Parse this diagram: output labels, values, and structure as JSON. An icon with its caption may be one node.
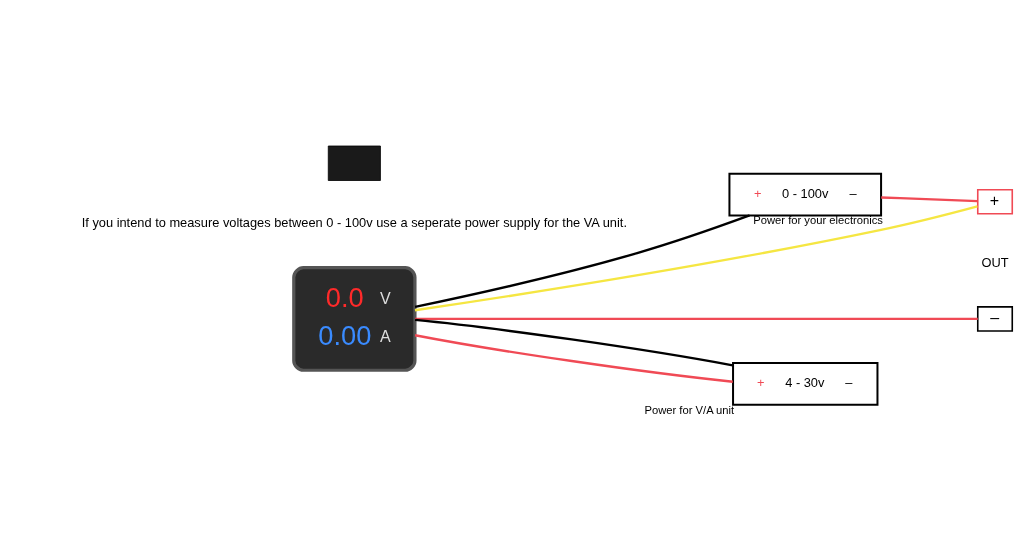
{
  "diagram": {
    "nodes": [
      {
        "text": [
          "0.0",
          "V",
          "0.00",
          "A"
        ]
      },
      {
        "text": [],
        "shape": "box"
      },
      {
        "text": [
          "+",
          "0 - 100v",
          "–"
        ],
        "beside": [
          "Power for your electronics"
        ]
      },
      {
        "text": [
          "+"
        ]
      },
      {
        "text": [
          "–"
        ]
      },
      {
        "text": [
          "+",
          "4 - 30v",
          "–"
        ],
        "beside": [
          "Power for V/A unit"
        ]
      }
    ],
    "edges": [
      {
        "from": 0,
        "to": 2,
        "arrow": "none",
        "color": "#000000"
      },
      {
        "from": 0,
        "to": 4,
        "arrow": "none"
      },
      {
        "from": 2,
        "to": 3,
        "arrow": "none"
      },
      {
        "from": 0,
        "to": 3,
        "arrow": "none",
        "color": "#f5e642"
      },
      {
        "from": 0,
        "to": 5,
        "arrow": "none"
      },
      {
        "from": 0,
        "to": 5,
        "arrow": "none",
        "color": "#000000"
      }
    ],
    "labels": [
      "OUT",
      "If you intend to measure voltages between 0 - 100v use a seperate power supply for the VA unit."
    ]
  }
}
